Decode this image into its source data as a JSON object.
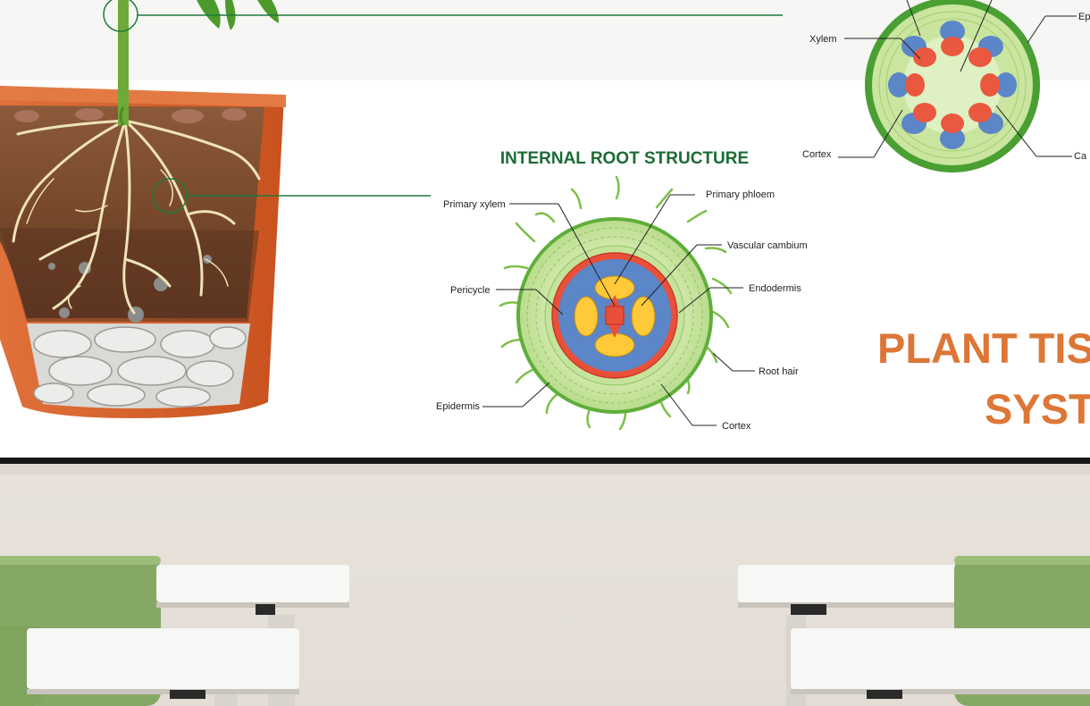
{
  "root_diagram": {
    "title": "INTERNAL ROOT STRUCTURE",
    "labels": {
      "primary_xylem": "Primary xylem",
      "primary_phloem": "Primary phloem",
      "vascular_cambium": "Vascular cambium",
      "pericycle": "Pericycle",
      "endodermis": "Endodermis",
      "root_hair": "Root hair",
      "epidermis": "Epidermis",
      "cortex": "Cortex"
    }
  },
  "stem_diagram": {
    "labels": {
      "epidermis_partial": "Ep",
      "xylem": "Xylem",
      "cortex": "Cortex",
      "cambium_partial": "Ca"
    }
  },
  "headline": {
    "line1": "PLANT TIS",
    "line2": "SYST"
  },
  "colors": {
    "headline": "#dd7636",
    "title": "#1c6b34",
    "pot": "#d8622b",
    "xylem": "#5b86c7",
    "phloem": "#e8583f",
    "chair": "#86a865"
  }
}
